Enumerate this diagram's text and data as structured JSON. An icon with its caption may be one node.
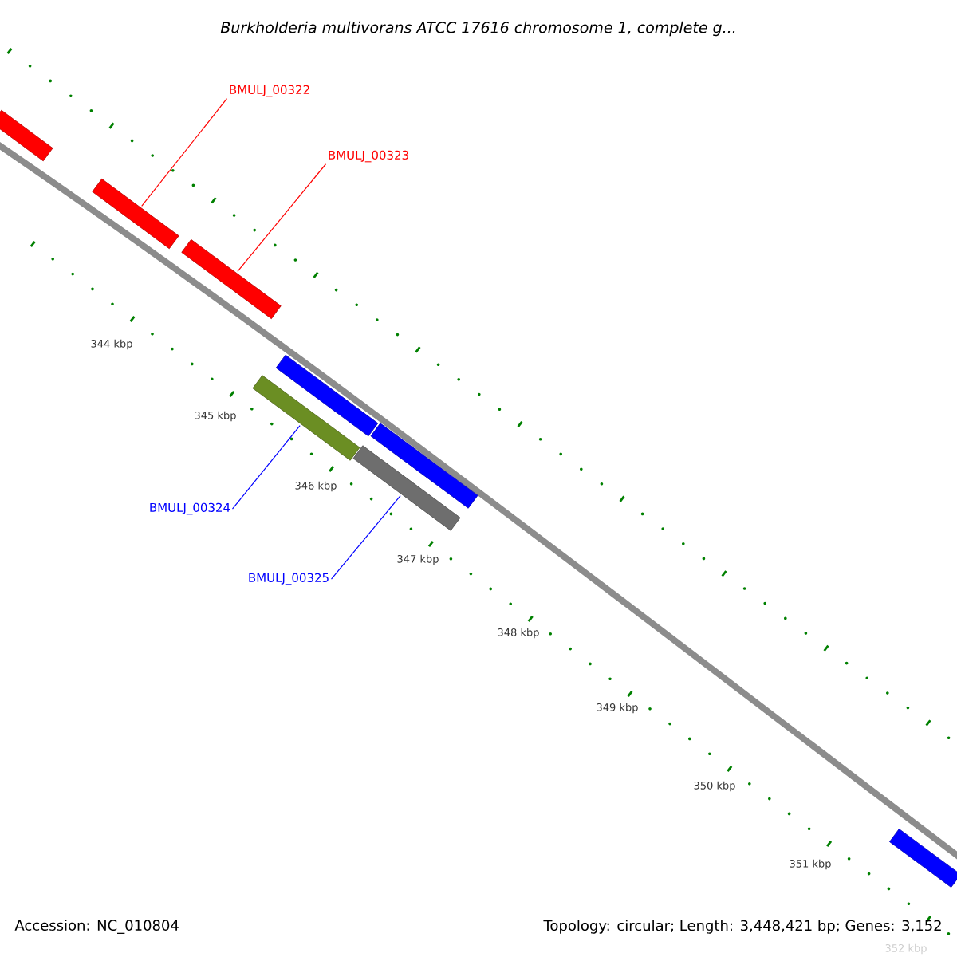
{
  "diagram": {
    "title": "Burkholderia multivorans ATCC 17616 chromosome 1, complete g...",
    "nodes": [
      {
        "text": [
          "BMULJ_00322"
        ]
      },
      {
        "text": [
          "BMULJ_00323"
        ]
      },
      {
        "text": [
          "BMULJ_00324"
        ]
      },
      {
        "text": [
          "BMULJ_00325"
        ]
      },
      {
        "text": [],
        "shape": "bar"
      },
      {
        "text": [],
        "shape": "bar"
      },
      {
        "text": [],
        "shape": "bar"
      },
      {
        "text": [],
        "shape": "bar"
      },
      {
        "text": [],
        "shape": "bar"
      },
      {
        "text": [],
        "shape": "bar"
      },
      {
        "text": [],
        "shape": "bar"
      },
      {
        "text": [],
        "shape": "bar"
      }
    ],
    "edges": [
      {
        "from": 0,
        "to": 5,
        "arrow": "none",
        "color": "#ff0000"
      },
      {
        "from": 1,
        "to": 6,
        "arrow": "none",
        "color": "#ff0000"
      },
      {
        "from": 2,
        "to": 7,
        "arrow": "none",
        "color": "#0000ff"
      },
      {
        "from": 3,
        "to": 9,
        "arrow": "none",
        "color": "#0000ff"
      }
    ],
    "labels": [
      "344 kbp",
      "345 kbp",
      "346 kbp",
      "347 kbp",
      "348 kbp",
      "349 kbp",
      "350 kbp",
      "351 kbp",
      "352 kbp",
      "Accession: NC_010804",
      "Topology: circular; Length: 3,448,421 bp; Genes: 3,152"
    ]
  }
}
